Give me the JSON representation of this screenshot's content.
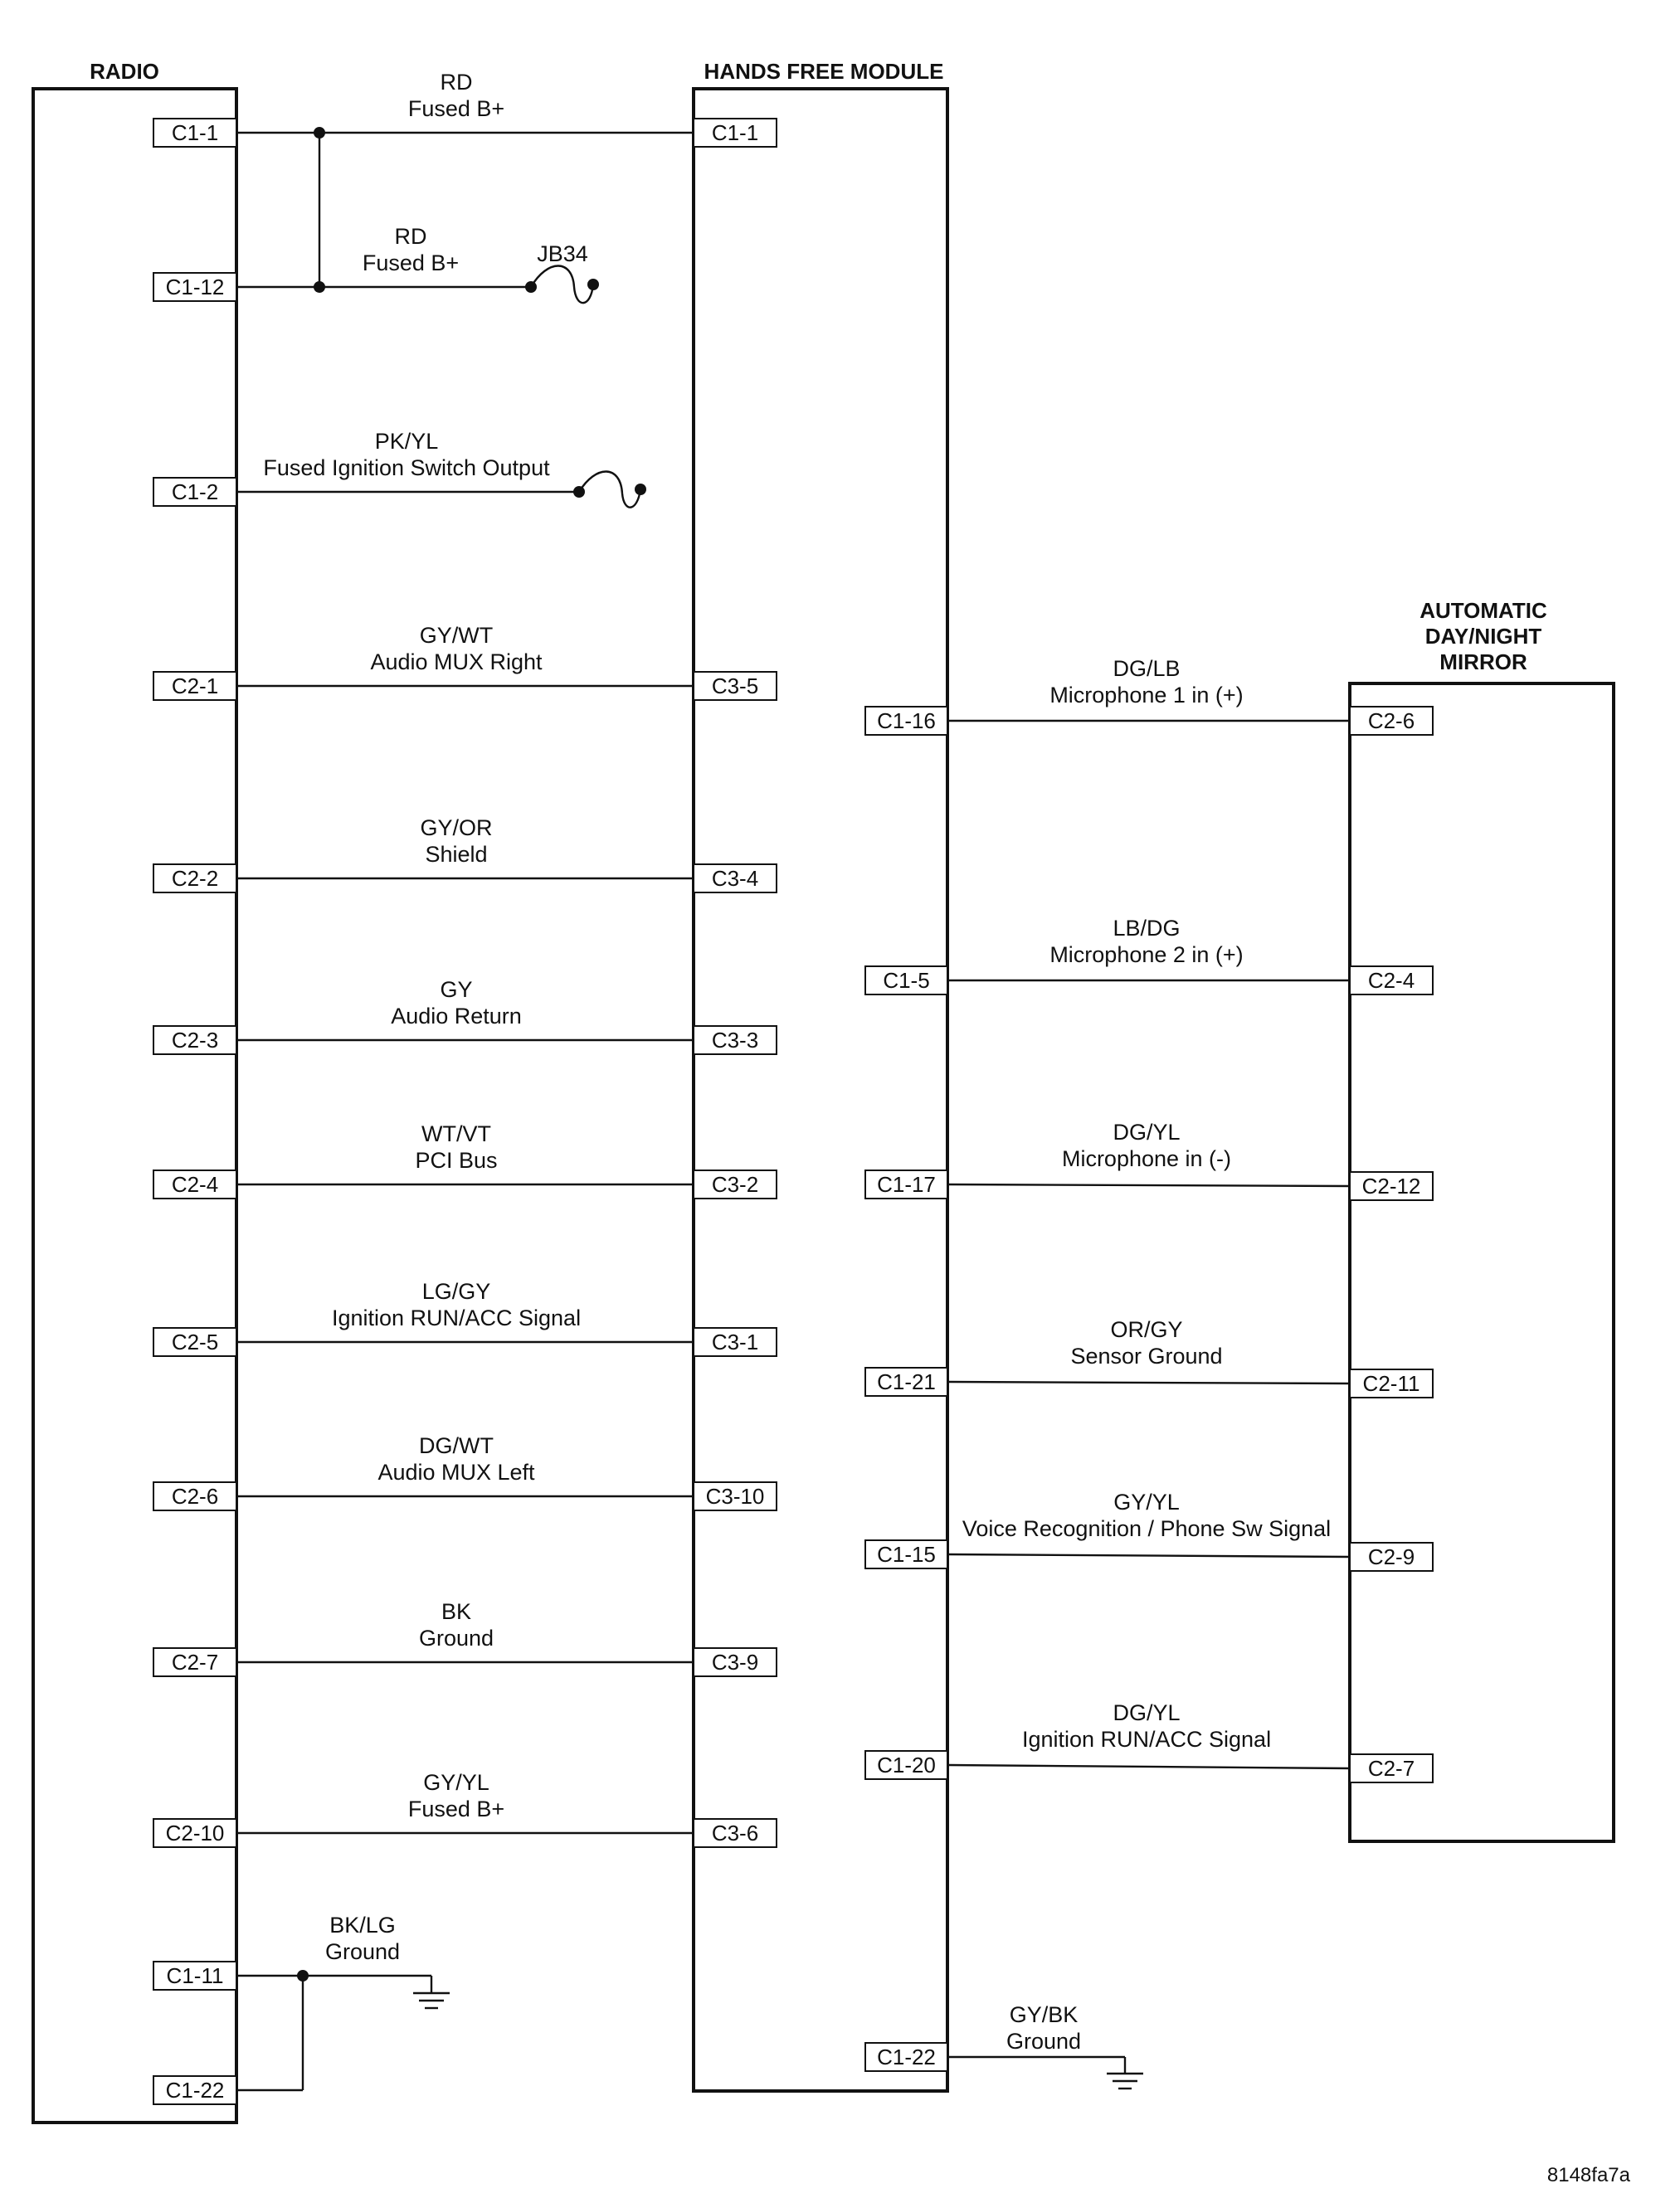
{
  "components": {
    "radio": "RADIO",
    "hfm": "HANDS FREE MODULE",
    "mirror": [
      "AUTOMATIC",
      "DAY/NIGHT",
      "MIRROR"
    ]
  },
  "splice": "JB34",
  "figure_id": "8148fa7a",
  "wires": [
    {
      "from": "C1-1",
      "to": "C1-1",
      "color": "RD",
      "desc": "Fused B+"
    },
    {
      "from": "C1-12",
      "to": null,
      "color": "RD",
      "desc": "Fused B+"
    },
    {
      "from": "C1-2",
      "to": null,
      "color": "PK/YL",
      "desc": "Fused Ignition Switch Output"
    },
    {
      "from": "C2-1",
      "to": "C3-5",
      "color": "GY/WT",
      "desc": "Audio MUX Right"
    },
    {
      "from": "C2-2",
      "to": "C3-4",
      "color": "GY/OR",
      "desc": "Shield"
    },
    {
      "from": "C2-3",
      "to": "C3-3",
      "color": "GY",
      "desc": "Audio Return"
    },
    {
      "from": "C2-4",
      "to": "C3-2",
      "color": "WT/VT",
      "desc": "PCI Bus"
    },
    {
      "from": "C2-5",
      "to": "C3-1",
      "color": "LG/GY",
      "desc": "Ignition RUN/ACC Signal"
    },
    {
      "from": "C2-6",
      "to": "C3-10",
      "color": "DG/WT",
      "desc": "Audio MUX Left"
    },
    {
      "from": "C2-7",
      "to": "C3-9",
      "color": "BK",
      "desc": "Ground"
    },
    {
      "from": "C2-10",
      "to": "C3-6",
      "color": "GY/YL",
      "desc": "Fused B+"
    },
    {
      "from": "C1-11",
      "to": null,
      "color": "BK/LG",
      "desc": "Ground"
    },
    {
      "from": "C1-22",
      "to": null,
      "color": null,
      "desc": null
    }
  ],
  "mirror_wires": [
    {
      "from": "C1-16",
      "to": "C2-6",
      "color": "DG/LB",
      "desc": "Microphone 1 in (+)"
    },
    {
      "from": "C1-5",
      "to": "C2-4",
      "color": "LB/DG",
      "desc": "Microphone 2 in (+)"
    },
    {
      "from": "C1-17",
      "to": "C2-12",
      "color": "DG/YL",
      "desc": "Microphone in (-)"
    },
    {
      "from": "C1-21",
      "to": "C2-11",
      "color": "OR/GY",
      "desc": "Sensor Ground"
    },
    {
      "from": "C1-15",
      "to": "C2-9",
      "color": "GY/YL",
      "desc": "Voice Recognition / Phone Sw Signal"
    },
    {
      "from": "C1-20",
      "to": "C2-7",
      "color": "DG/YL",
      "desc": "Ignition RUN/ACC Signal"
    }
  ],
  "hfm_ground": {
    "pin": "C1-22",
    "color": "GY/BK",
    "desc": "Ground"
  }
}
